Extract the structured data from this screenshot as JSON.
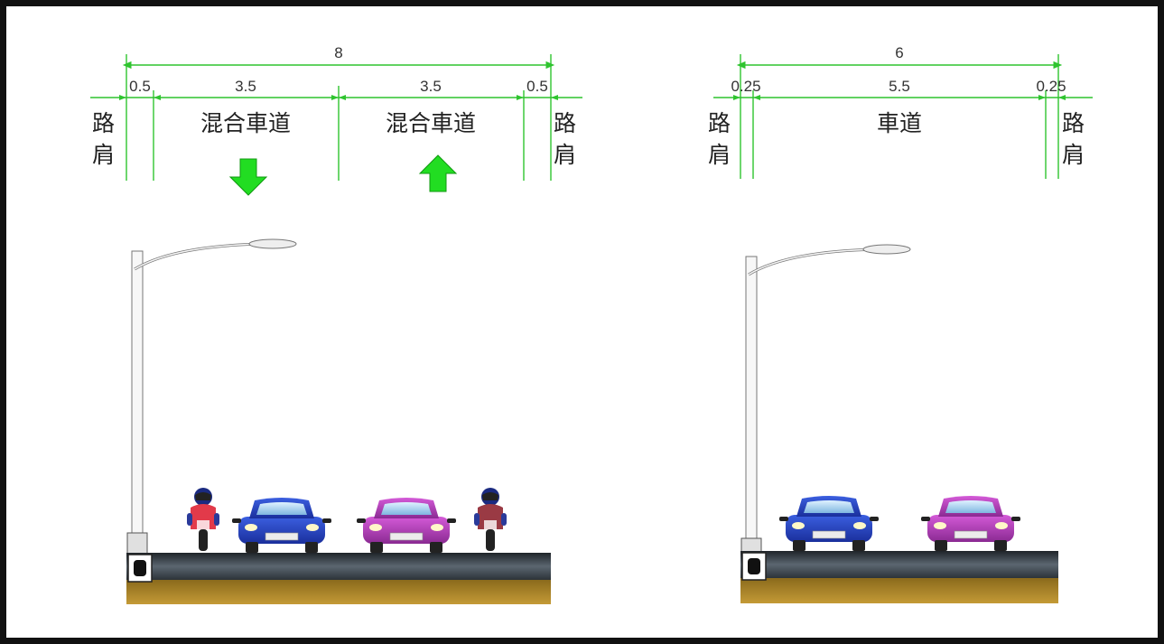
{
  "colors": {
    "dimension_line": "#2fc42f",
    "arrow": "#22dd22",
    "frame": "#111111",
    "road_surface": "#3c4650",
    "base_soil": "#b8902c"
  },
  "left_section": {
    "total_width": "8",
    "shoulder_left_width": "0.5",
    "lane1_width": "3.5",
    "lane2_width": "3.5",
    "shoulder_right_width": "0.5",
    "shoulder_label_top": "路",
    "shoulder_label_bottom": "肩",
    "lane_label": "混合車道",
    "lane1_direction": "down-arrow-icon",
    "lane2_direction": "up-arrow-icon",
    "vehicles": [
      "motorcycle-icon",
      "blue-car-icon",
      "purple-car-icon",
      "motorcycle-icon"
    ]
  },
  "right_section": {
    "total_width": "6",
    "shoulder_left_width": "0.25",
    "lane_width": "5.5",
    "shoulder_right_width": "0.25",
    "shoulder_label_top": "路",
    "shoulder_label_bottom": "肩",
    "lane_label": "車道",
    "vehicles": [
      "blue-car-icon",
      "purple-car-icon"
    ]
  }
}
